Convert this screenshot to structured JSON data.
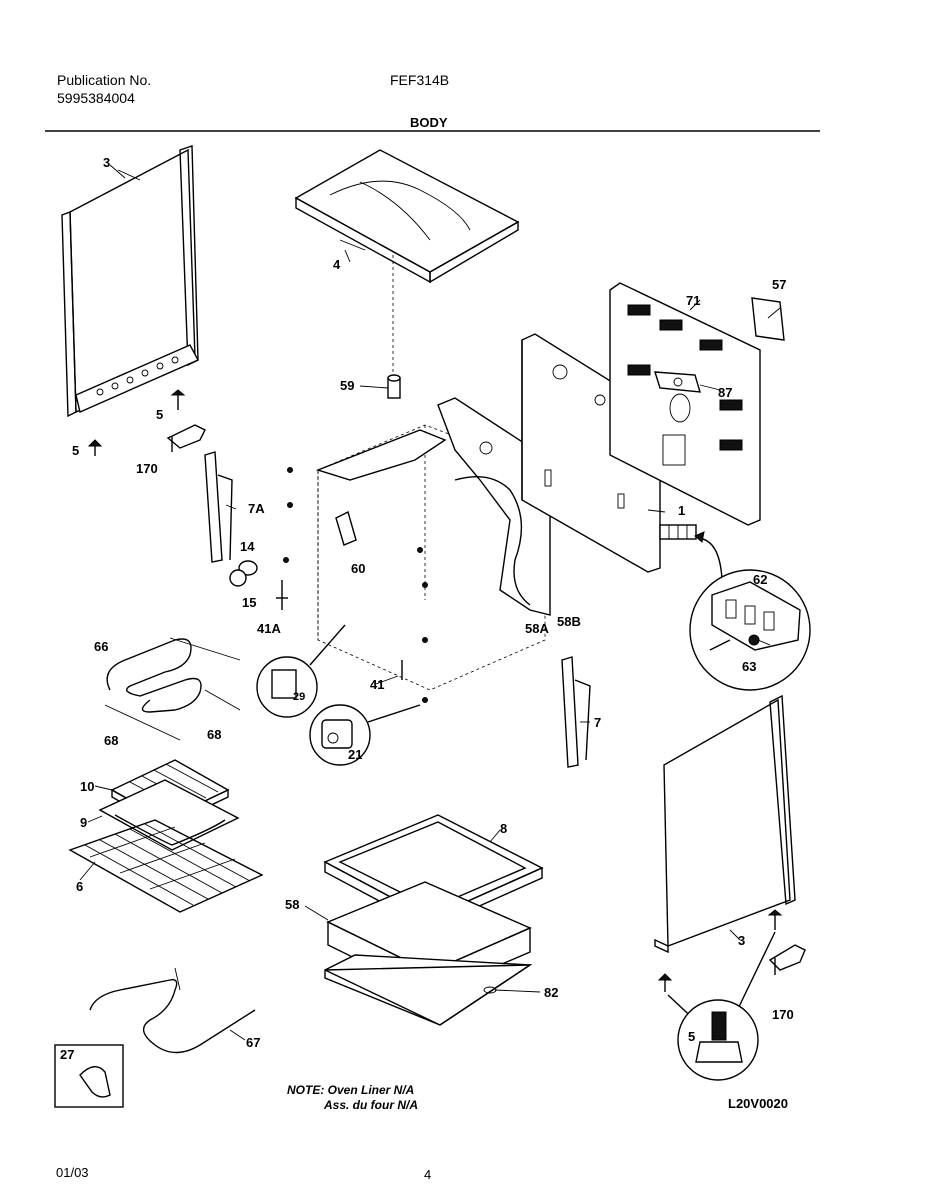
{
  "header": {
    "publication_label": "Publication No.",
    "publication_number": "5995384004",
    "model": "FEF314B",
    "section_title": "BODY"
  },
  "footer": {
    "date": "01/03",
    "page": "4",
    "diagram_code": "L20V0020"
  },
  "note": {
    "line1": "NOTE: Oven Liner N/A",
    "line2": "Ass. du four N/A"
  },
  "parts": {
    "p3_left": "3",
    "p4": "4",
    "p57": "57",
    "p71": "71",
    "p87": "87",
    "p59": "59",
    "p5_a": "5",
    "p5_b": "5",
    "p170_left": "170",
    "p7A": "7A",
    "p14": "14",
    "p15": "15",
    "p60": "60",
    "p1": "1",
    "p58A": "58A",
    "p58B": "58B",
    "p41A": "41A",
    "p62": "62",
    "p63": "63",
    "p66": "66",
    "p29": "29",
    "p41": "41",
    "p7": "7",
    "p21": "21",
    "p68_a": "68",
    "p68_b": "68",
    "p10": "10",
    "p9": "9",
    "p6": "6",
    "p8": "8",
    "p58": "58",
    "p82": "82",
    "p3_right": "3",
    "p170_right": "170",
    "p5_detail": "5",
    "p67": "67",
    "p27": "27"
  }
}
